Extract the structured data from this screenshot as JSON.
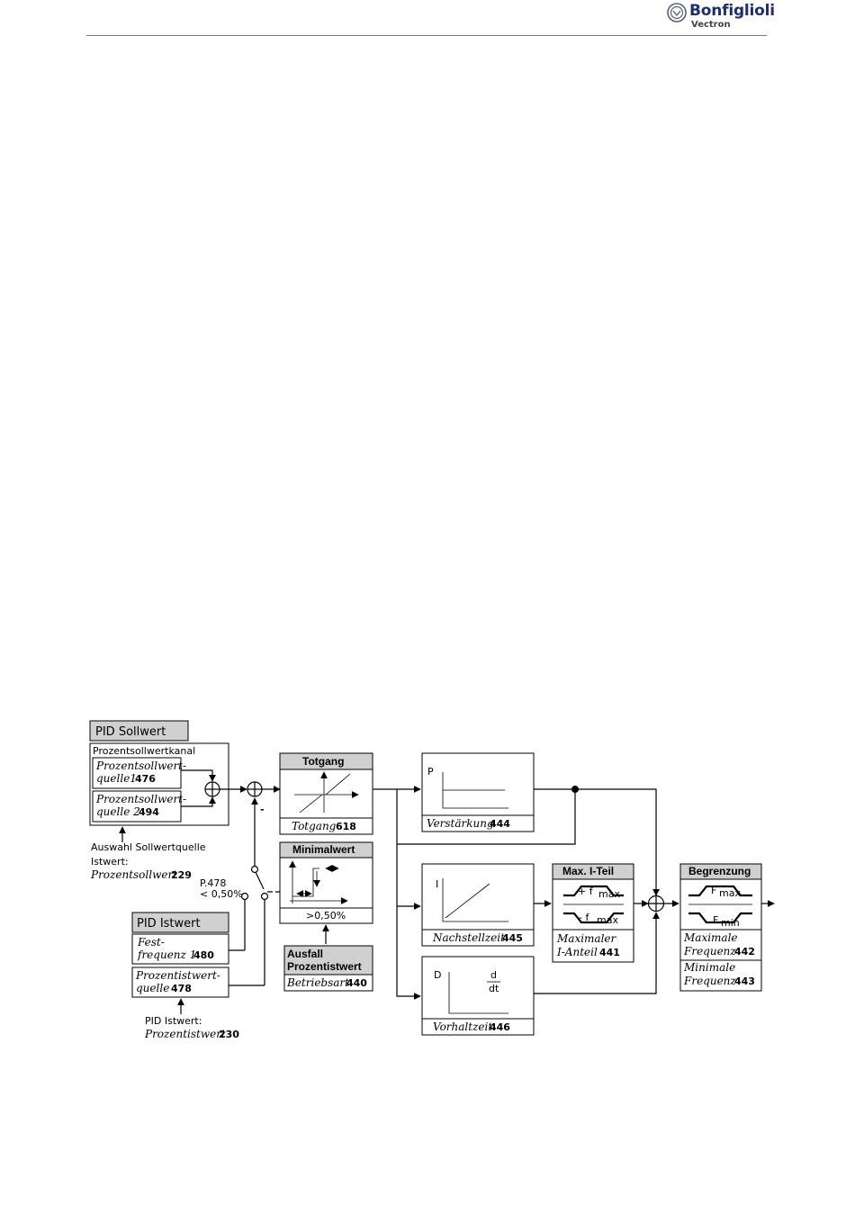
{
  "header": {
    "brand": "Bonfiglioli",
    "sub": "Vectron"
  },
  "diagram": {
    "pid_sollwert": {
      "title": "PID Sollwert",
      "channel": "Prozentsollwertkanal",
      "source1_a": "Prozentsollwert-",
      "source1_b": "quelle1",
      "source1_num": "476",
      "source2_a": "Prozentsollwert-",
      "source2_b": "quelle 2",
      "source2_num": "494",
      "select_label": "Auswahl Sollwertquelle",
      "istwert_label": "Istwert:",
      "istwert_param": "Prozentsollwert",
      "istwert_num": "229"
    },
    "pid_istwert": {
      "title": "PID Istwert",
      "fest_a": "Fest-",
      "fest_b": "frequenz 1",
      "fest_num": "480",
      "src_a": "Prozentistwert-",
      "src_b": "quelle",
      "src_num": "478",
      "bottom_label": "PID Istwert:",
      "bottom_param": "Prozentistwert",
      "bottom_num": "230"
    },
    "switch_condition_a": "P.478",
    "switch_condition_b": "< 0,50%",
    "minus_sign": "-",
    "totgang": {
      "title": "Totgang",
      "param": "Totgang",
      "num": "618"
    },
    "minimalwert": {
      "title": "Minimalwert",
      "threshold": ">0,50%"
    },
    "ausfall": {
      "title_a": "Ausfall",
      "title_b": "Prozentistwert",
      "param": "Betriebsart",
      "num": "440"
    },
    "p_block": {
      "symbol": "P",
      "param": "Verstärkung",
      "num": "444"
    },
    "i_block": {
      "symbol": "I",
      "param": "Nachstellzeit",
      "num": "445"
    },
    "d_block": {
      "symbol": "D",
      "deriv_num": "d",
      "deriv_den": "dt",
      "param": "Vorhaltzeit",
      "num": "446"
    },
    "max_i": {
      "title": "Max. I-Teil",
      "upper": "+ f",
      "upper_sub": "max",
      "lower": "- f",
      "lower_sub": "max",
      "param_a": "Maximaler",
      "param_b": "I-Anteil",
      "num": "441"
    },
    "begrenzung": {
      "title": "Begrenzung",
      "upper": "F",
      "upper_sub": "max",
      "lower": "F",
      "lower_sub": "min",
      "max_a": "Maximale",
      "max_b": "Frequenz",
      "max_num": "442",
      "min_a": "Minimale",
      "min_b": "Frequenz",
      "min_num": "443"
    }
  }
}
